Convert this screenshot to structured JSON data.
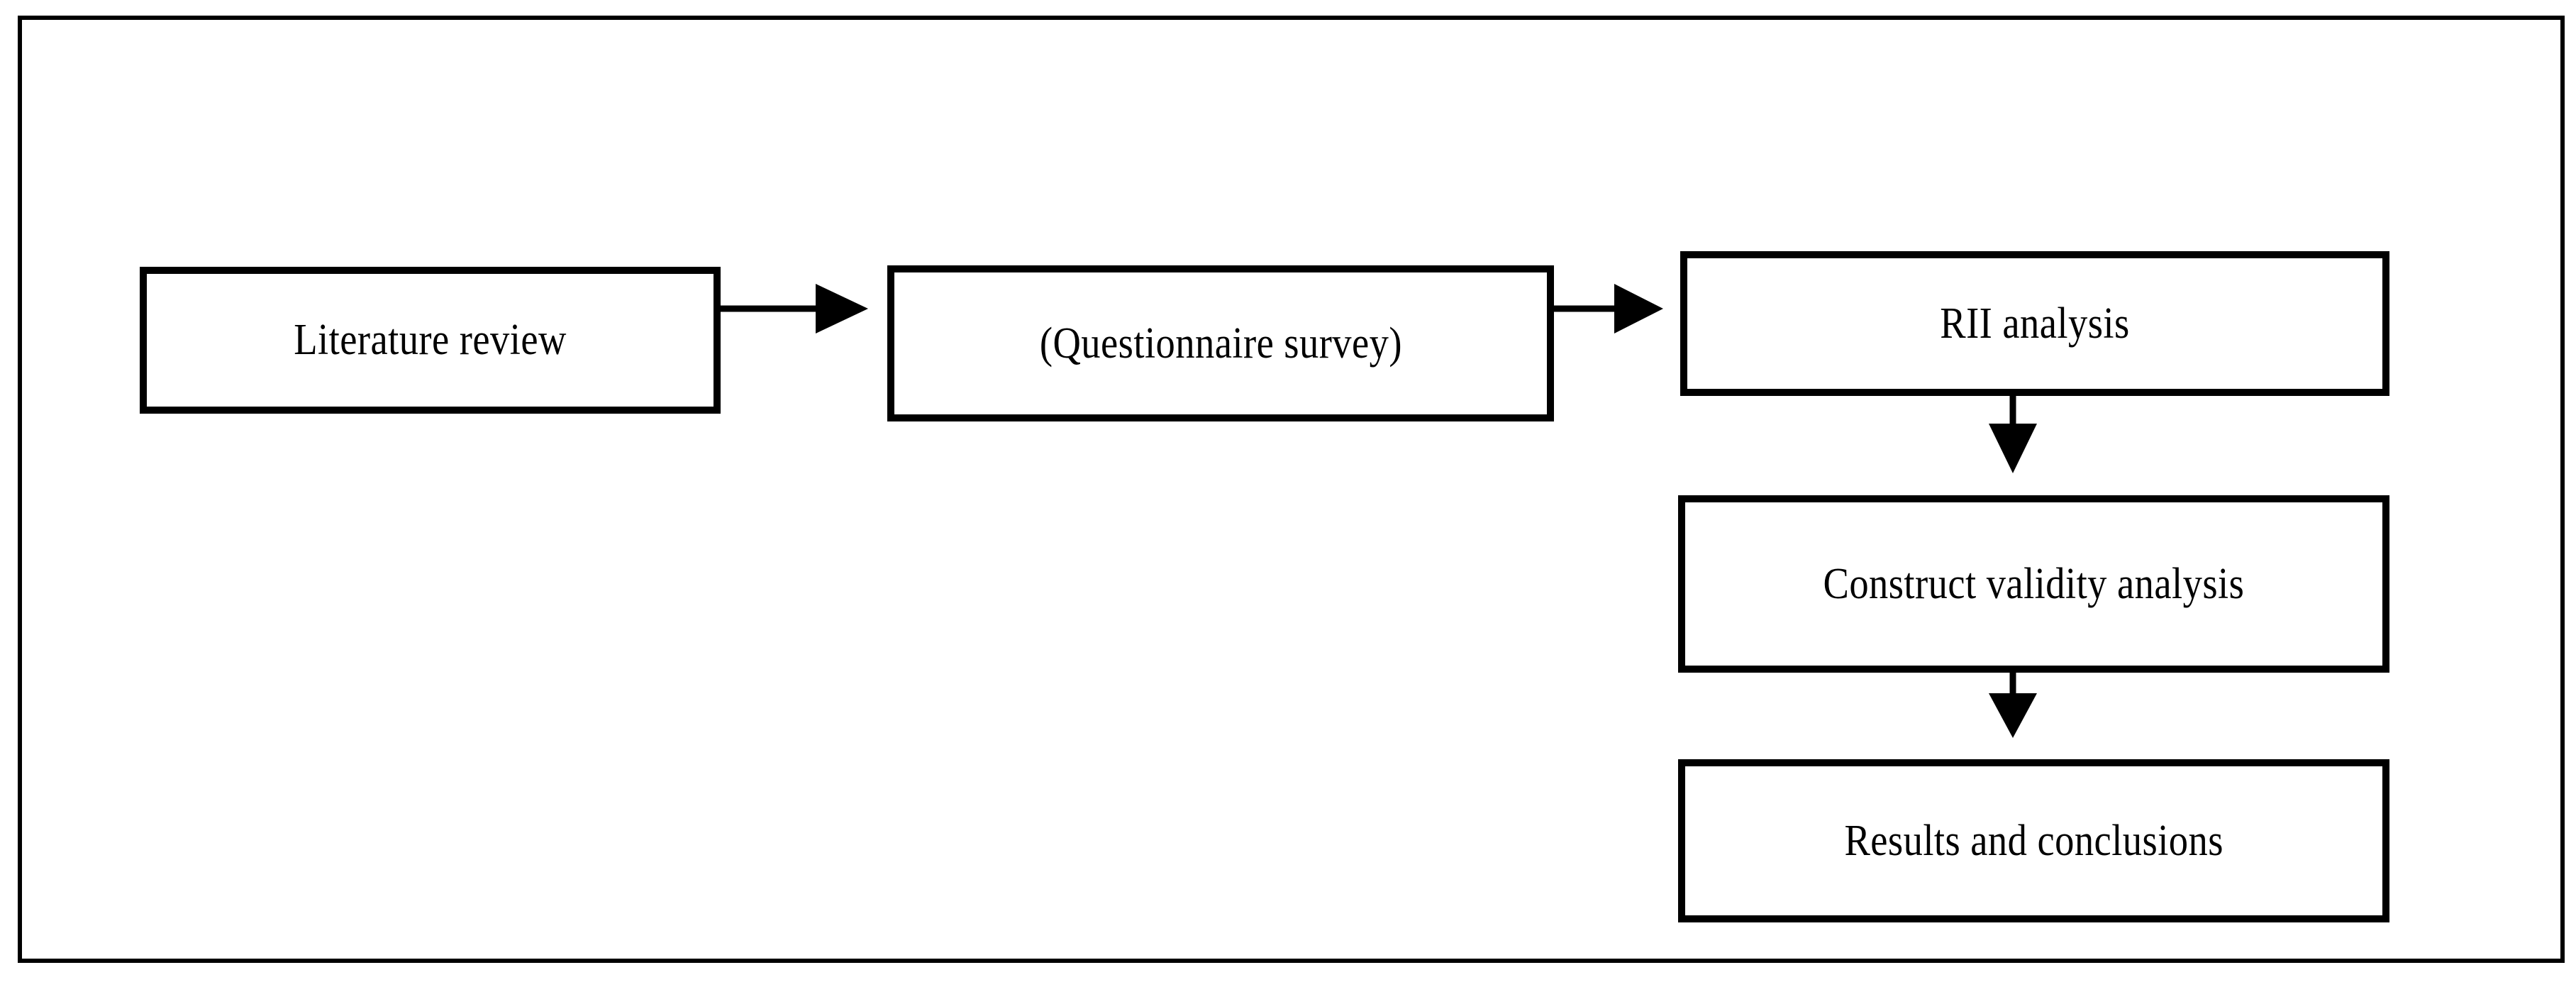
{
  "diagram": {
    "type": "flowchart",
    "orientation": "left-to-right then top-to-bottom",
    "background_color": "#ffffff",
    "line_color": "#000000",
    "frame": {
      "name": "outer-border",
      "style": "solid rectangle",
      "color": "#000000"
    },
    "nodes": [
      {
        "id": "literature-review",
        "label": "Literature review",
        "shape": "rectangle",
        "column": 1,
        "row": 1
      },
      {
        "id": "questionnaire-survey",
        "label": "(Questionnaire survey)",
        "shape": "rectangle",
        "column": 2,
        "row": 1
      },
      {
        "id": "rii-analysis",
        "label": "RII analysis",
        "shape": "rectangle",
        "column": 3,
        "row": 1
      },
      {
        "id": "construct-validity",
        "label": "Construct validity analysis",
        "shape": "rectangle",
        "column": 3,
        "row": 2
      },
      {
        "id": "results-conclusions",
        "label": "Results and conclusions",
        "shape": "rectangle",
        "column": 3,
        "row": 3
      }
    ],
    "edges": [
      {
        "id": "edge-1",
        "from": "literature-review",
        "to": "questionnaire-survey",
        "label": "",
        "direction": "right",
        "arrowhead": "filled-triangle"
      },
      {
        "id": "edge-2",
        "from": "questionnaire-survey",
        "to": "rii-analysis",
        "label": "",
        "direction": "right",
        "arrowhead": "filled-triangle"
      },
      {
        "id": "edge-3",
        "from": "rii-analysis",
        "to": "construct-validity",
        "label": "",
        "direction": "down",
        "arrowhead": "filled-triangle"
      },
      {
        "id": "edge-4",
        "from": "construct-validity",
        "to": "results-conclusions",
        "label": "",
        "direction": "down",
        "arrowhead": "filled-triangle"
      }
    ]
  }
}
